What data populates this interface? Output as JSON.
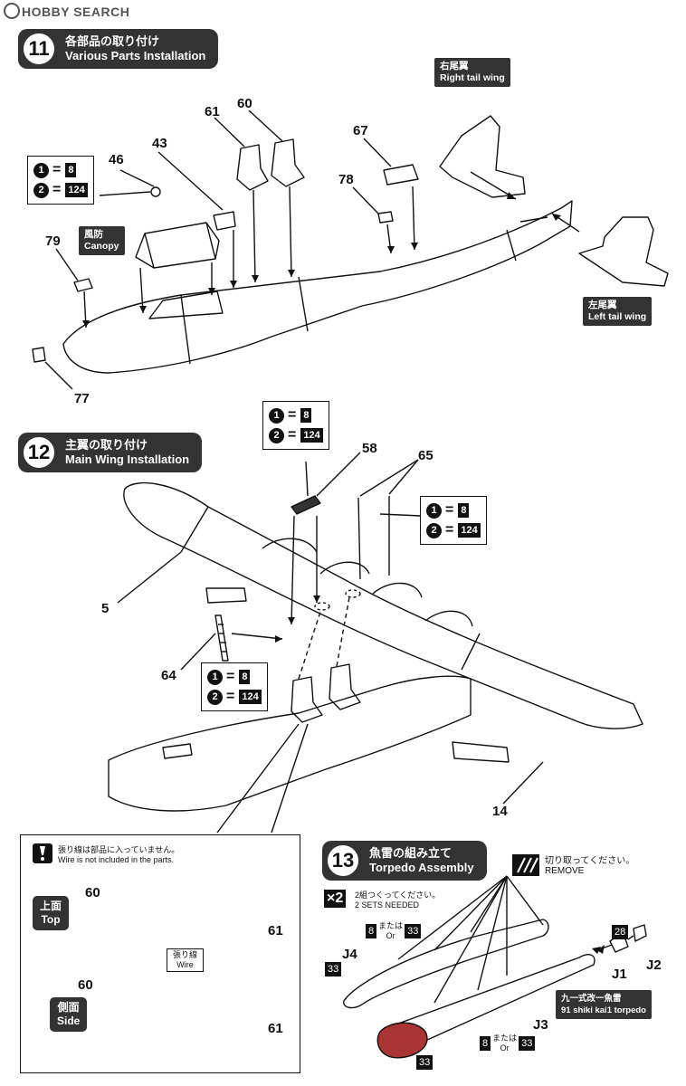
{
  "watermark": {
    "text": "HOBBY SEARCH"
  },
  "step11": {
    "num": "11",
    "jp": "各部品の取り付け",
    "en": "Various Parts Installation",
    "labels": {
      "right_tail_jp": "右尾翼",
      "right_tail_en": "Right tail wing",
      "left_tail_jp": "左尾翼",
      "left_tail_en": "Left tail wing",
      "canopy_jp": "風防",
      "canopy_en": "Canopy"
    },
    "parts": {
      "p61": "61",
      "p60": "60",
      "p43": "43",
      "p46": "46",
      "p67": "67",
      "p78": "78",
      "p79": "79",
      "p77": "77"
    },
    "colors": [
      {
        "circ": "1",
        "val": "8"
      },
      {
        "circ": "2",
        "val": "124"
      }
    ]
  },
  "step12": {
    "num": "12",
    "jp": "主翼の取り付け",
    "en": "Main Wing Installation",
    "parts": {
      "p58": "58",
      "p65": "65",
      "p5": "5",
      "p64": "64",
      "p14": "14"
    },
    "colors_a": [
      {
        "circ": "1",
        "val": "8"
      },
      {
        "circ": "2",
        "val": "124"
      }
    ],
    "colors_b": [
      {
        "circ": "1",
        "val": "8"
      },
      {
        "circ": "2",
        "val": "124"
      }
    ],
    "colors_c": [
      {
        "circ": "1",
        "val": "8"
      },
      {
        "circ": "2",
        "val": "124"
      }
    ]
  },
  "inset": {
    "note_jp": "張り線は部品に入っていません。",
    "note_en": "Wire is not included in the parts.",
    "top_jp": "上面",
    "top_en": "Top",
    "side_jp": "側面",
    "side_en": "Side",
    "wire_jp": "張り線",
    "wire_en": "Wire",
    "parts": {
      "p60a": "60",
      "p61a": "61",
      "p60b": "60",
      "p61b": "61"
    }
  },
  "step13": {
    "num": "13",
    "jp": "魚雷の組み立て",
    "en": "Torpedo Assembly",
    "remove_jp": "切り取ってください。",
    "remove_en": "REMOVE",
    "x2": "×2",
    "sets_jp": "2組つくってください。",
    "sets_en": "2 SETS NEEDED",
    "parts": {
      "p28": "28",
      "j1": "J1",
      "j2": "J2",
      "j3": "J3",
      "j4": "J4",
      "p33a": "33",
      "p33b": "33"
    },
    "mata_jp": "または",
    "mata_en": "Or",
    "c8": "8",
    "c33": "33",
    "torpedo_jp": "九一式改一魚雷",
    "torpedo_en": "91 shiki kai1 torpedo"
  }
}
